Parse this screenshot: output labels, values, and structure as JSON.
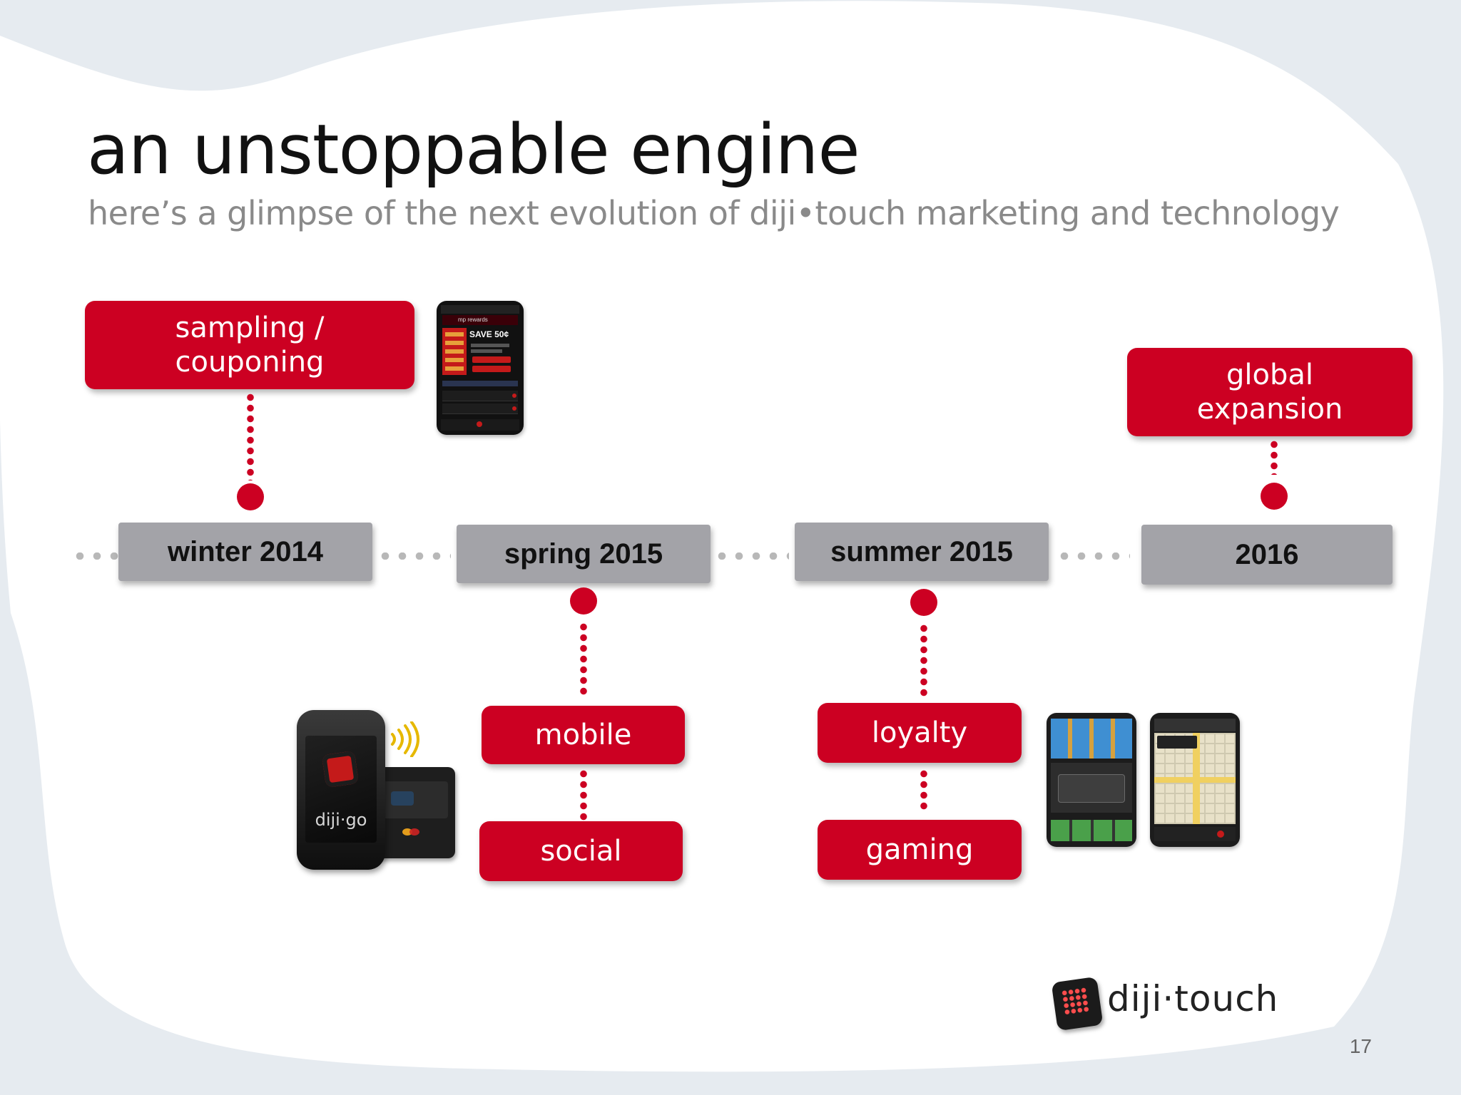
{
  "slide": {
    "title": "an unstoppable engine",
    "subtitle": "here’s a glimpse of the next evolution of diji•touch marketing and technology",
    "page_number": "17",
    "logo_text": "diji·touch"
  },
  "timeline": {
    "periods": [
      "winter 2014",
      "spring 2015",
      "summer 2015",
      "2016"
    ],
    "milestones": {
      "sampling": "sampling /\ncouponing",
      "global": "global\nexpansion",
      "mobile": "mobile",
      "social": "social",
      "loyalty": "loyalty",
      "gaming": "gaming"
    }
  },
  "images": {
    "rewards_phone": {
      "header": "mp rewards",
      "offer": "SAVE 50¢"
    },
    "diji_go": {
      "brand": "diji·go"
    }
  },
  "colors": {
    "accent": "#cc0022",
    "period_box": "#a3a3a8",
    "connector": "#b8b8b8"
  }
}
